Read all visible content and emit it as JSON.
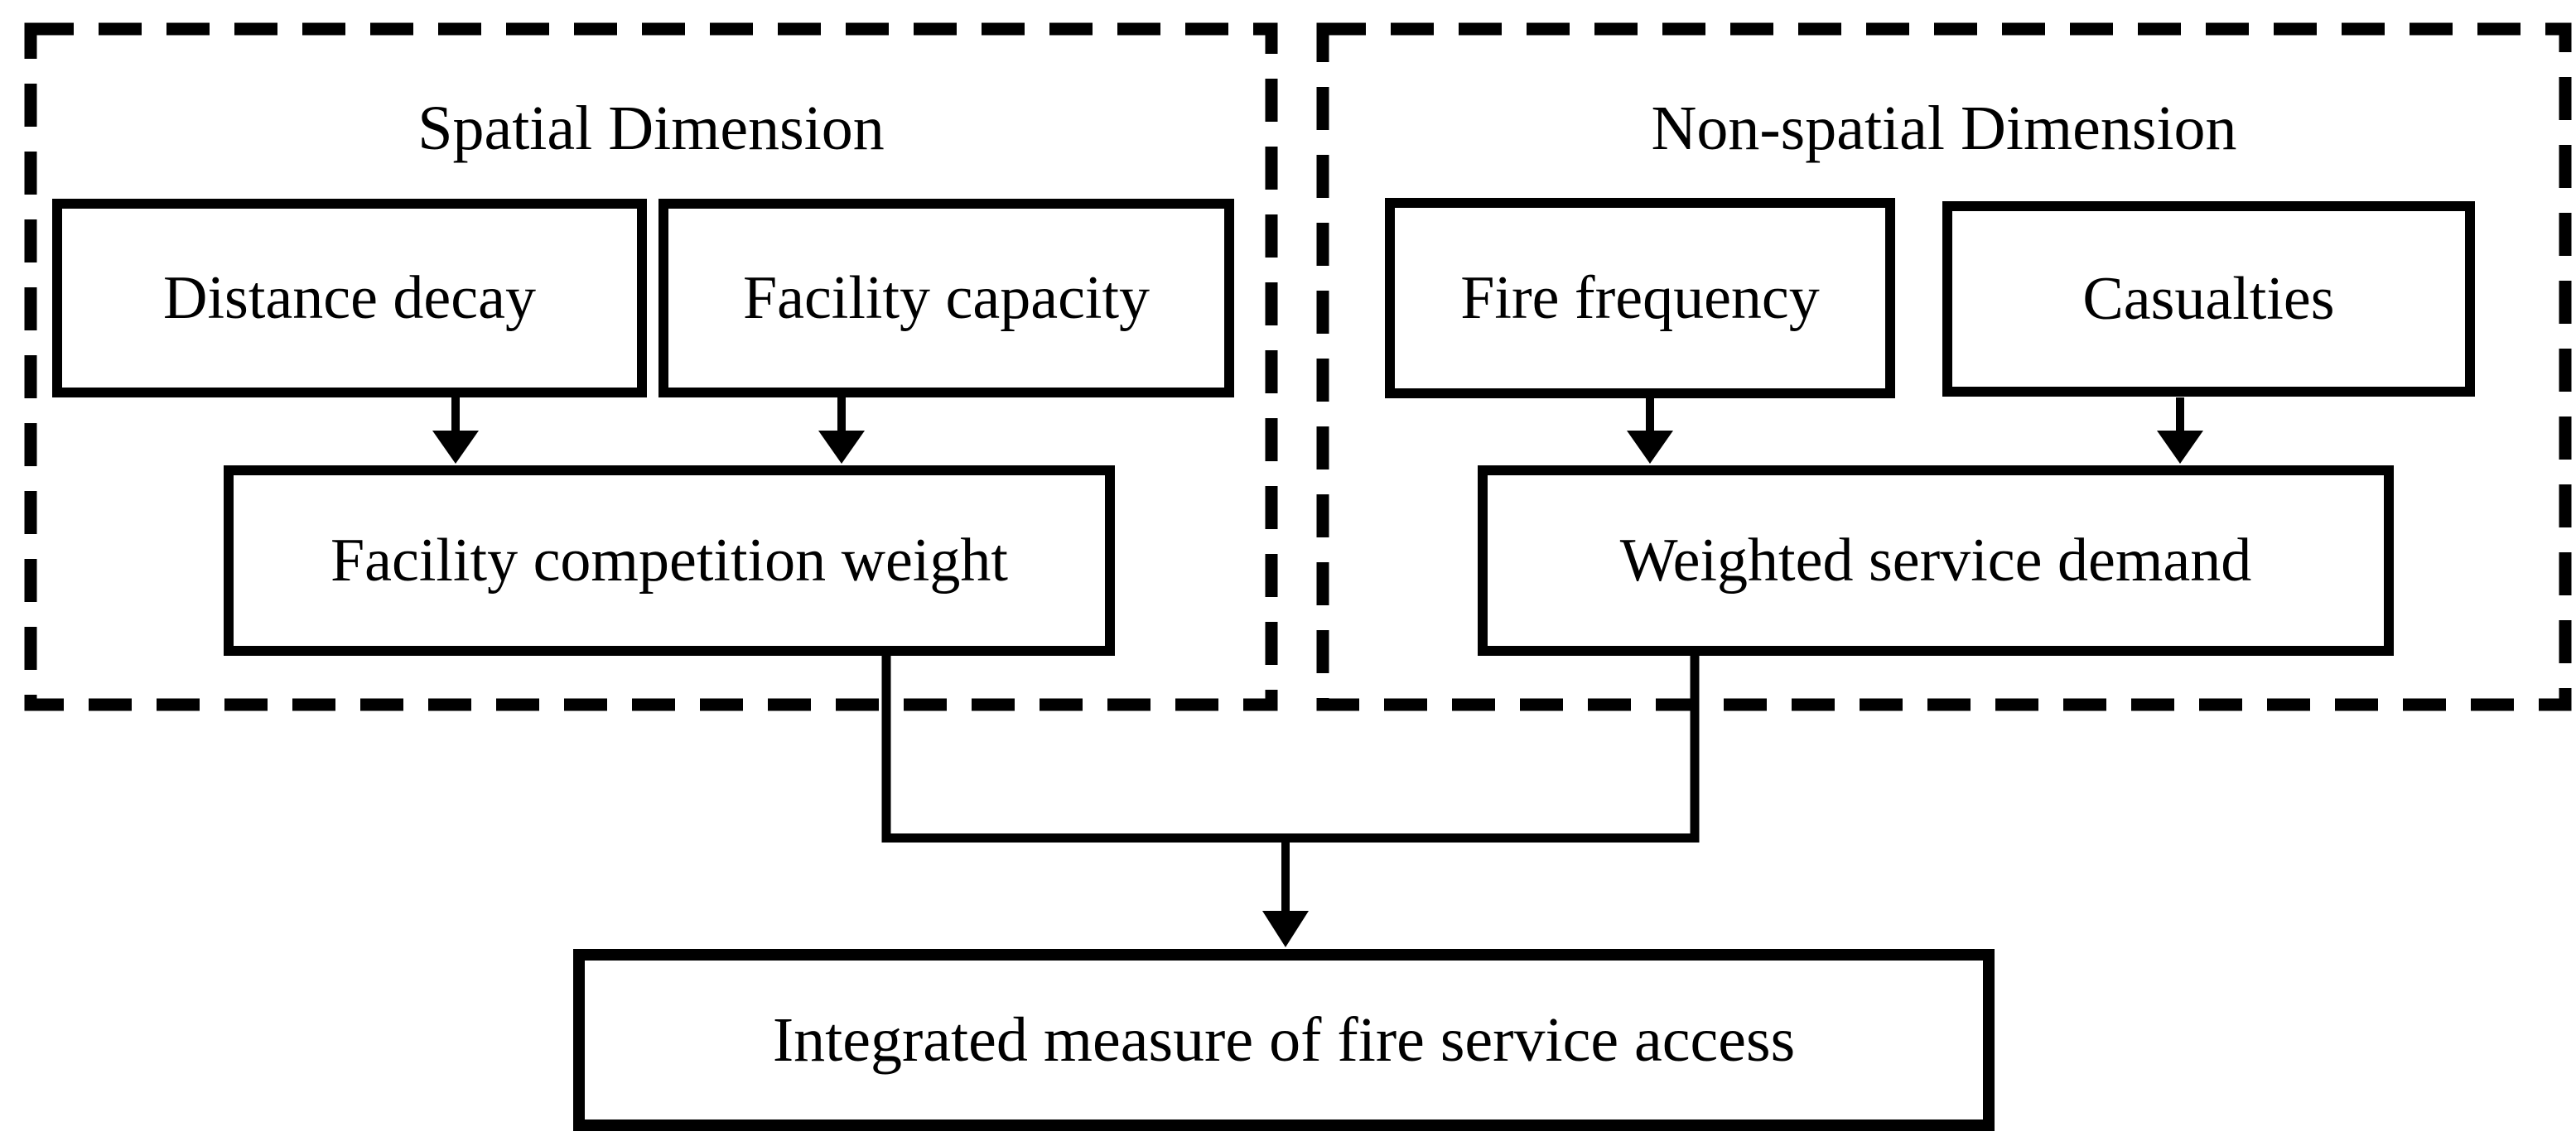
{
  "colors": {
    "ink": "#000000",
    "paper": "#ffffff"
  },
  "diagram": {
    "spatial_dimension": {
      "title": "Spatial Dimension",
      "inputs": [
        "Distance decay",
        "Facility capacity"
      ],
      "result": "Facility competition weight"
    },
    "non_spatial_dimension": {
      "title": "Non-spatial Dimension",
      "inputs": [
        "Fire frequency",
        "Casualties"
      ],
      "result": "Weighted service demand"
    },
    "output": "Integrated measure of fire service access"
  }
}
